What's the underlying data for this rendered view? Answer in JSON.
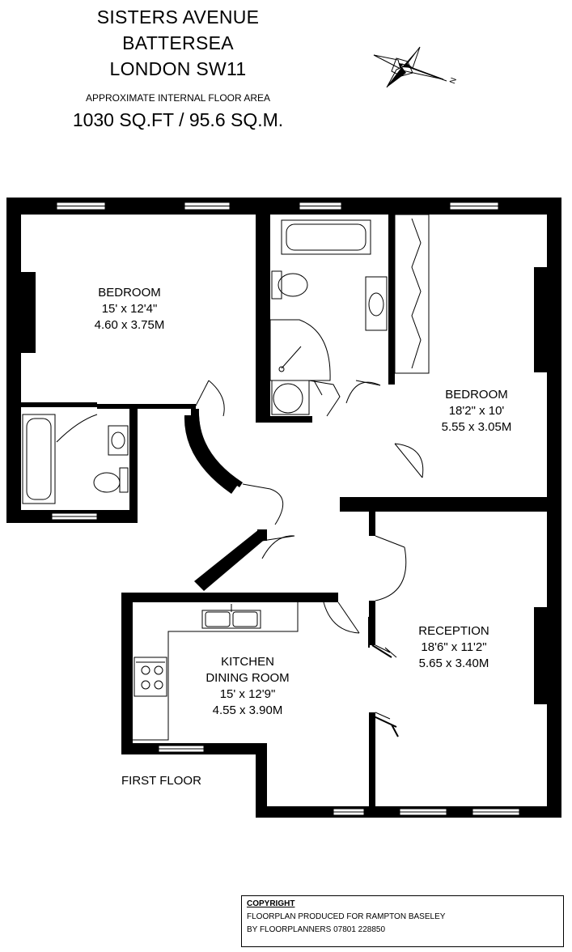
{
  "header": {
    "line1": "SISTERS AVENUE",
    "line2": "BATTERSEA",
    "line3": "LONDON SW11",
    "area_label": "APPROXIMATE INTERNAL FLOOR AREA",
    "area_value": "1030 SQ.FT / 95.6 SQ.M."
  },
  "compass": {
    "north_letter": "N"
  },
  "rooms": {
    "bedroom1": {
      "name": "BEDROOM",
      "imperial": "15' x 12'4\"",
      "metric": "4.60 x 3.75M"
    },
    "bedroom2": {
      "name": "BEDROOM",
      "imperial": "18'2\" x 10'",
      "metric": "5.55 x 3.05M"
    },
    "reception": {
      "name": "RECEPTION",
      "imperial": "18'6\" x 11'2\"",
      "metric": "5.65 x 3.40M"
    },
    "kitchen": {
      "name": "KITCHEN",
      "name2": "DINING ROOM",
      "imperial": "15' x 12'9\"",
      "metric": "4.55 x 3.90M"
    }
  },
  "floor_label": "FIRST FLOOR",
  "copyright": {
    "title": "COPYRIGHT",
    "line1": "FLOORPLAN PRODUCED FOR RAMPTON BASELEY",
    "line2": "BY FLOORPLANNERS 07801 228850"
  }
}
